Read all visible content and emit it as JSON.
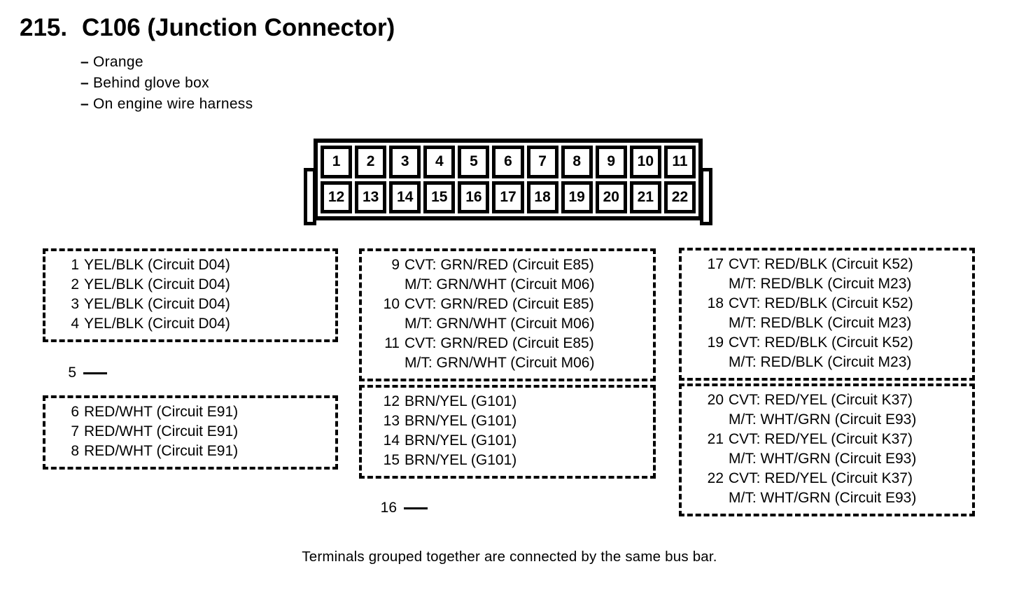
{
  "page": {
    "number": "215.",
    "title": "C106 (Junction Connector)",
    "bullet_dash": "–",
    "bullets": [
      "Orange",
      "Behind glove box",
      "On engine wire harness"
    ],
    "footer_note": "Terminals grouped together are connected by the same bus bar."
  },
  "connector": {
    "name": "C106",
    "top_row": [
      "1",
      "2",
      "3",
      "4",
      "5",
      "6",
      "7",
      "8",
      "9",
      "10",
      "11"
    ],
    "bottom_row": [
      "12",
      "13",
      "14",
      "15",
      "16",
      "17",
      "18",
      "19",
      "20",
      "21",
      "22"
    ]
  },
  "pin_groups": {
    "left": [
      {
        "type": "box",
        "entries": [
          {
            "pin": "1",
            "lines": [
              "YEL/BLK (Circuit D04)"
            ]
          },
          {
            "pin": "2",
            "lines": [
              "YEL/BLK (Circuit D04)"
            ]
          },
          {
            "pin": "3",
            "lines": [
              "YEL/BLK (Circuit D04)"
            ]
          },
          {
            "pin": "4",
            "lines": [
              "YEL/BLK (Circuit D04)"
            ]
          }
        ]
      },
      {
        "type": "no-connection",
        "pin": "5"
      },
      {
        "type": "box",
        "entries": [
          {
            "pin": "6",
            "lines": [
              "RED/WHT (Circuit E91)"
            ]
          },
          {
            "pin": "7",
            "lines": [
              "RED/WHT (Circuit E91)"
            ]
          },
          {
            "pin": "8",
            "lines": [
              "RED/WHT (Circuit E91)"
            ]
          }
        ]
      }
    ],
    "middle": [
      {
        "type": "box",
        "entries": [
          {
            "pin": "9",
            "lines": [
              "CVT: GRN/RED (Circuit E85)",
              "M/T: GRN/WHT (Circuit M06)"
            ]
          },
          {
            "pin": "10",
            "lines": [
              "CVT: GRN/RED (Circuit E85)",
              "M/T: GRN/WHT (Circuit M06)"
            ]
          },
          {
            "pin": "11",
            "lines": [
              "CVT: GRN/RED (Circuit E85)",
              "M/T: GRN/WHT (Circuit M06)"
            ]
          }
        ]
      },
      {
        "type": "box",
        "entries": [
          {
            "pin": "12",
            "lines": [
              "BRN/YEL (G101)"
            ]
          },
          {
            "pin": "13",
            "lines": [
              "BRN/YEL (G101)"
            ]
          },
          {
            "pin": "14",
            "lines": [
              "BRN/YEL (G101)"
            ]
          },
          {
            "pin": "15",
            "lines": [
              "BRN/YEL (G101)"
            ]
          }
        ]
      },
      {
        "type": "no-connection",
        "pin": "16"
      }
    ],
    "right": [
      {
        "type": "box",
        "entries": [
          {
            "pin": "17",
            "lines": [
              "CVT: RED/BLK (Circuit K52)",
              "M/T: RED/BLK (Circuit M23)"
            ]
          },
          {
            "pin": "18",
            "lines": [
              "CVT: RED/BLK (Circuit K52)",
              "M/T: RED/BLK (Circuit M23)"
            ]
          },
          {
            "pin": "19",
            "lines": [
              "CVT: RED/BLK (Circuit K52)",
              "M/T: RED/BLK (Circuit M23)"
            ]
          }
        ]
      },
      {
        "type": "box",
        "entries": [
          {
            "pin": "20",
            "lines": [
              "CVT: RED/YEL (Circuit K37)",
              "M/T: WHT/GRN (Circuit E93)"
            ]
          },
          {
            "pin": "21",
            "lines": [
              "CVT: RED/YEL (Circuit K37)",
              "M/T: WHT/GRN (Circuit E93)"
            ]
          },
          {
            "pin": "22",
            "lines": [
              "CVT: RED/YEL (Circuit K37)",
              "M/T: WHT/GRN (Circuit E93)"
            ]
          }
        ]
      }
    ]
  },
  "colors": {
    "ink": "#000000",
    "paper": "#ffffff"
  }
}
